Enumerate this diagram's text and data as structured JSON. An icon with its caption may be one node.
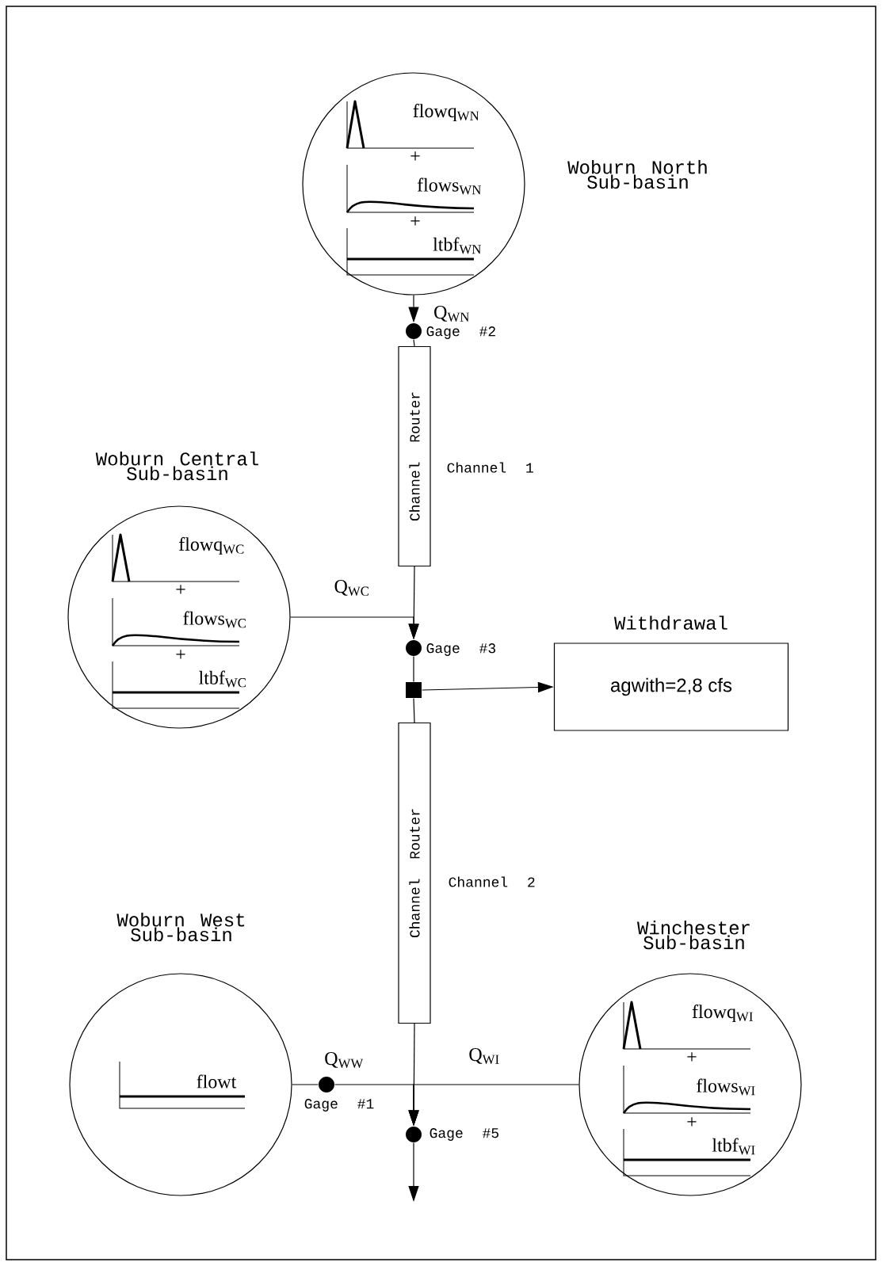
{
  "diagram": {
    "nodes": [
      {
        "text": [
          "Woburn North Sub-basin",
          "flowq$_{WN}$",
          "+",
          "flows$_{WN}$",
          "+",
          "ltbf$_{WN}$"
        ]
      },
      {
        "text": [],
        "shape": "circle",
        "beside": [
          "Gage #2"
        ]
      },
      {
        "text": [
          "Channel Router"
        ],
        "beside": [
          "Channel 1"
        ]
      },
      {
        "text": [
          "Woburn Central Sub-basin",
          "flowq$_{WC}$",
          "+",
          "flows$_{WC}$",
          "+",
          "ltbf$_{WC}$"
        ]
      },
      {
        "text": [],
        "shape": "circle",
        "beside": [
          "Gage #3"
        ]
      },
      {
        "text": [],
        "shape": "box"
      },
      {
        "text": [
          "Withdrawal",
          "agwith=2,8 cfs"
        ]
      },
      {
        "text": [
          "Channel Router"
        ],
        "beside": [
          "Channel 2"
        ]
      },
      {
        "text": [
          "Woburn West Sub-basin",
          "flowt"
        ]
      },
      {
        "text": [],
        "shape": "circle",
        "beside": [
          "Gage #1"
        ]
      },
      {
        "text": [
          "Winchester Sub-basin",
          "flowq$_{WI}$",
          "+",
          "flows$_{WI}$",
          "+",
          "ltbf$_{WI}$"
        ]
      },
      {
        "text": [],
        "shape": "circle",
        "beside": [
          "Gage #5"
        ]
      }
    ],
    "edges": [
      {
        "from": 0,
        "to": 1,
        "arrow": "to",
        "label": "Q$_{WN}$"
      },
      {
        "from": 1,
        "to": 2,
        "arrow": "none"
      },
      {
        "from": 2,
        "to": 4,
        "arrow": "to"
      },
      {
        "from": 3,
        "to": 4,
        "arrow": "to",
        "label": "Q$_{WC}$"
      },
      {
        "from": 4,
        "to": 5,
        "arrow": "none"
      },
      {
        "from": 5,
        "to": 6,
        "arrow": "to"
      },
      {
        "from": 5,
        "to": 7,
        "arrow": "none"
      },
      {
        "from": 7,
        "to": 11,
        "arrow": "to"
      },
      {
        "from": 8,
        "to": 9,
        "arrow": "none"
      },
      {
        "from": 9,
        "to": 11,
        "arrow": "to",
        "label": "Q$_{WW}$"
      },
      {
        "from": 10,
        "to": 11,
        "arrow": "to",
        "label": "Q$_{WI}$"
      },
      {
        "from": 11,
        "to": null,
        "arrow": "to"
      }
    ]
  }
}
